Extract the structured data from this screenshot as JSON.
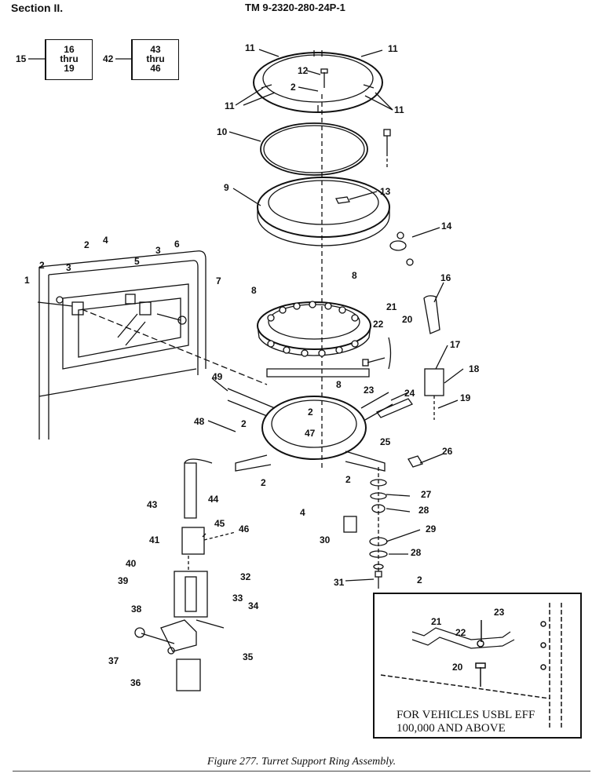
{
  "header": {
    "section": "Section II.",
    "tm": "TM 9-2320-280-24P-1"
  },
  "callouts": [
    {
      "ref": "15",
      "l1": "16",
      "l2": "thru",
      "l3": "19"
    },
    {
      "ref": "42",
      "l1": "43",
      "l2": "thru",
      "l3": "46"
    }
  ],
  "item_labels": {
    "n1": "1",
    "n2": "2",
    "n3": "3",
    "n4": "4",
    "n5": "5",
    "n6": "6",
    "n7": "7",
    "n8": "8",
    "n9": "9",
    "n10": "10",
    "n11": "11",
    "n12": "12",
    "n13": "13",
    "n14": "14",
    "n16": "16",
    "n17": "17",
    "n18": "18",
    "n19": "19",
    "n20": "20",
    "n21": "21",
    "n22": "22",
    "n23": "23",
    "n24": "24",
    "n25": "25",
    "n26": "26",
    "n27": "27",
    "n28": "28",
    "n29": "29",
    "n30": "30",
    "n31": "31",
    "n32": "32",
    "n33": "33",
    "n34": "34",
    "n35": "35",
    "n36": "36",
    "n37": "37",
    "n38": "38",
    "n39": "39",
    "n40": "40",
    "n41": "41",
    "n43": "43",
    "n44": "44",
    "n45": "45",
    "n46": "46",
    "n47": "47",
    "n48": "48",
    "n49": "49"
  },
  "inset": {
    "line1": "FOR VEHICLES USBL EFF",
    "line2": "100,000 AND ABOVE"
  },
  "caption": "Figure 277.  Turret Support Ring Assembly."
}
